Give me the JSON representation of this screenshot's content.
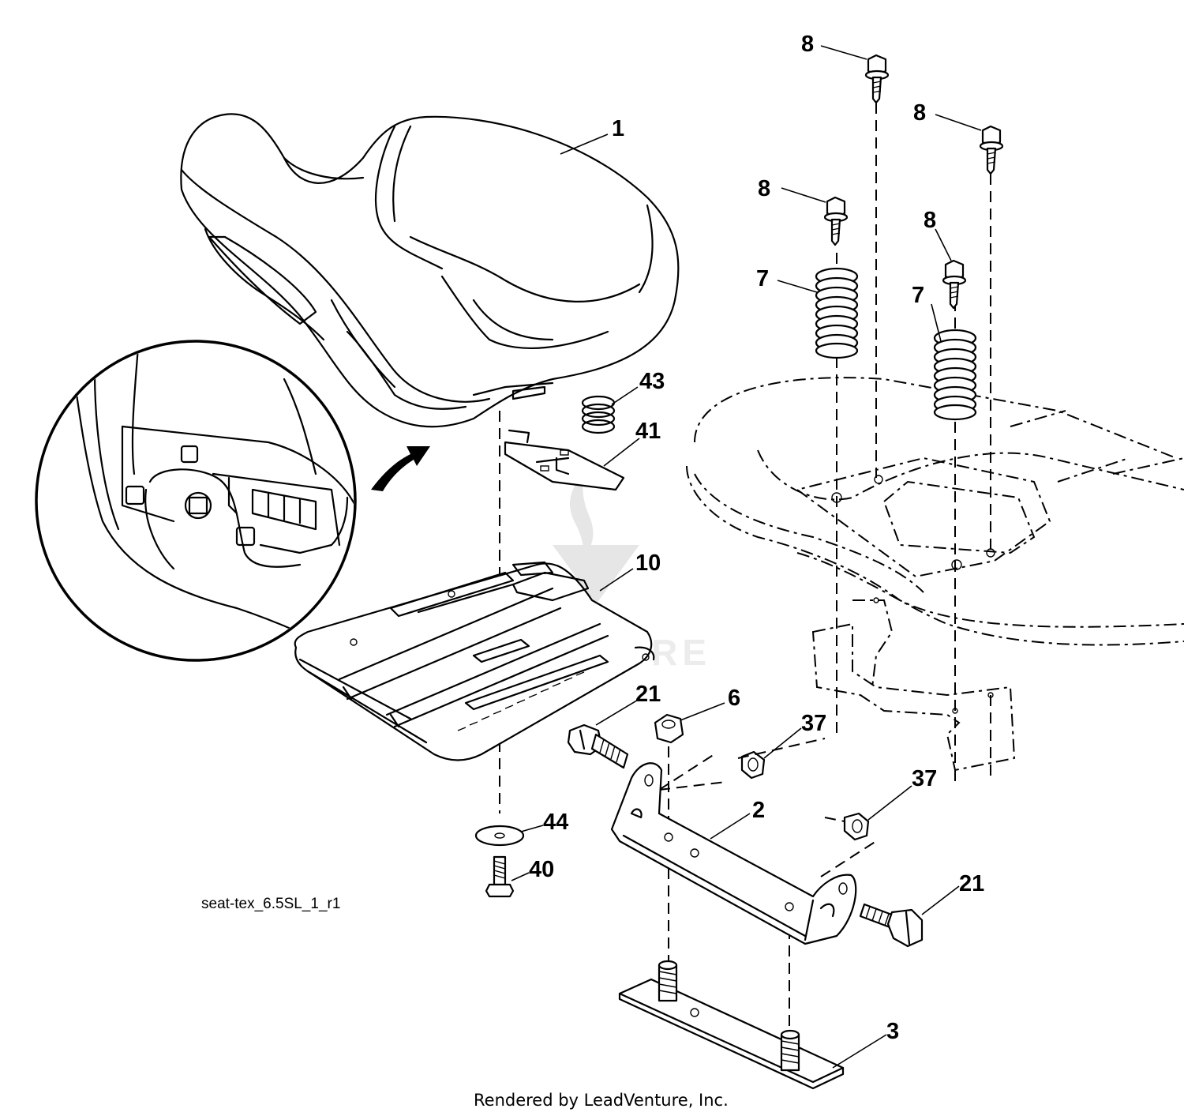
{
  "diagram": {
    "file_id": "seat-tex_6.5SL_1_r1",
    "footer": "Rendered by LeadVenture, Inc.",
    "watermark": "LEADVENTURE",
    "callouts": [
      {
        "id": "c1",
        "label": "1"
      },
      {
        "id": "c2",
        "label": "2"
      },
      {
        "id": "c3",
        "label": "3"
      },
      {
        "id": "c6",
        "label": "6"
      },
      {
        "id": "c7a",
        "label": "7"
      },
      {
        "id": "c7b",
        "label": "7"
      },
      {
        "id": "c8a",
        "label": "8"
      },
      {
        "id": "c8b",
        "label": "8"
      },
      {
        "id": "c8c",
        "label": "8"
      },
      {
        "id": "c8d",
        "label": "8"
      },
      {
        "id": "c10",
        "label": "10"
      },
      {
        "id": "c21a",
        "label": "21"
      },
      {
        "id": "c21b",
        "label": "21"
      },
      {
        "id": "c37a",
        "label": "37"
      },
      {
        "id": "c37b",
        "label": "37"
      },
      {
        "id": "c40",
        "label": "40"
      },
      {
        "id": "c41",
        "label": "41"
      },
      {
        "id": "c43",
        "label": "43"
      },
      {
        "id": "c44",
        "label": "44"
      }
    ]
  }
}
